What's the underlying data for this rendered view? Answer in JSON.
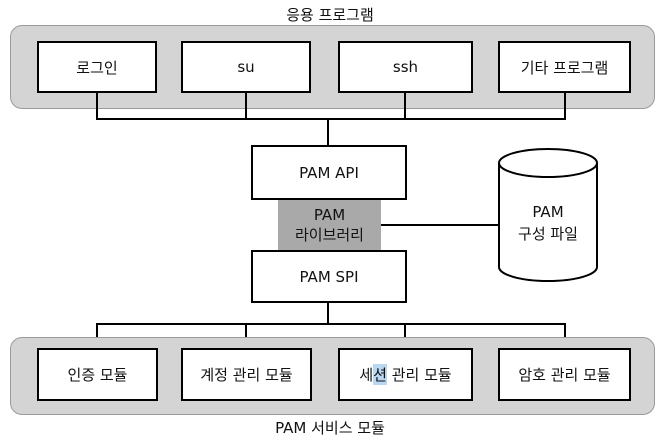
{
  "top_group": {
    "title": "응용 프로그램",
    "apps": [
      "로그인",
      "su",
      "ssh",
      "기타 프로그램"
    ]
  },
  "middle": {
    "api": "PAM API",
    "library_line1": "PAM",
    "library_line2": "라이브러리",
    "spi": "PAM SPI",
    "config_line1": "PAM",
    "config_line2": "구성 파일"
  },
  "bottom_group": {
    "title": "PAM 서비스 모듈",
    "modules": [
      "인증 모듈",
      "계정 관리 모듈",
      "세션 관리 모듈",
      "암호 관리 모듈"
    ],
    "session_parts": [
      "세",
      "션",
      " 관리 모듈"
    ]
  }
}
